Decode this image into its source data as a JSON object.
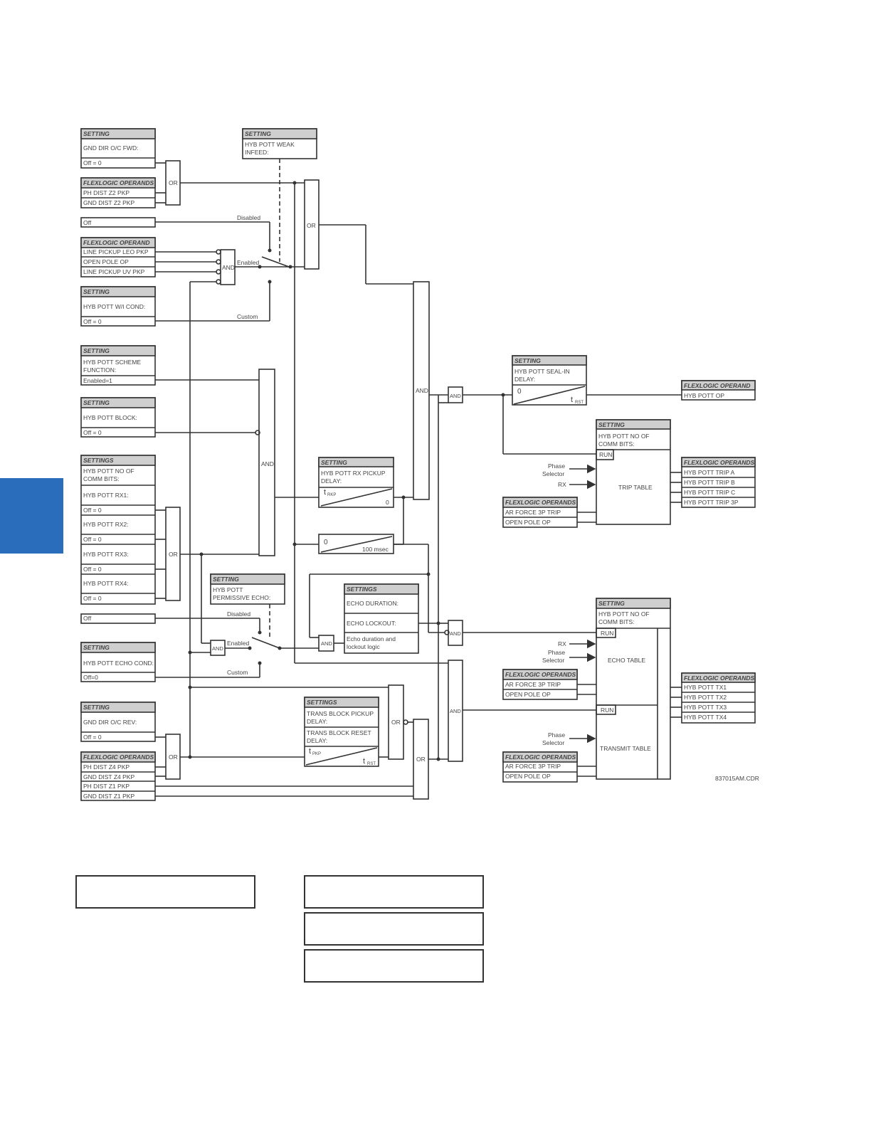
{
  "accent_color": "#2a6ebb",
  "figure_id": "837015AM.CDR",
  "settings_boxes": {
    "gnd_dir_fwd": {
      "header": "SETTING",
      "name": "GND DIR O/C FWD:",
      "value": "Off = 0"
    },
    "weak_infeed": {
      "header": "SETTING",
      "line1": "HYB POTT WEAK",
      "line2": "INFEED:"
    },
    "wi_cond": {
      "header": "SETTING",
      "name": "HYB POTT W/I COND:",
      "value": "Off = 0"
    },
    "scheme_function": {
      "header": "SETTING",
      "line1": "HYB POTT SCHEME",
      "line2": "FUNCTION:",
      "value": "Enabled=1"
    },
    "block": {
      "header": "SETTING",
      "name": "HYB POTT BLOCK:",
      "value": "Off = 0"
    },
    "rx": {
      "header": "SETTINGS",
      "line1": "HYB POTT NO OF",
      "line2": "COMM BITS:",
      "rx1": "HYB POTT RX1:",
      "rx2": "HYB POTT RX2:",
      "rx3": "HYB POTT RX3:",
      "rx4": "HYB POTT RX4:",
      "value": "Off = 0"
    },
    "perm_echo": {
      "header": "SETTING",
      "line1": "HYB POTT",
      "line2": "PERMISSIVE ECHO:"
    },
    "echo_cond": {
      "header": "SETTING",
      "name": "HYB POTT ECHO COND:",
      "value": "Off=0"
    },
    "gnd_dir_rev": {
      "header": "SETTING",
      "name": "GND DIR O/C REV:",
      "value": "Off = 0"
    },
    "rx_pickup": {
      "header": "SETTING",
      "line1": "HYB POTT RX PICKUP",
      "line2": "DELAY:",
      "t": "t",
      "sub": "RKP",
      "zero": "0"
    },
    "hundred_ms": {
      "zero": "0",
      "label": "100 msec"
    },
    "echo": {
      "header": "SETTINGS",
      "duration": "ECHO DURATION:",
      "lockout": "ECHO LOCKOUT:",
      "line1": "Echo duration and",
      "line2": "lockout logic"
    },
    "trans_block": {
      "header": "SETTINGS",
      "line1": "TRANS BLOCK PICKUP",
      "line2": "DELAY:",
      "line3": "TRANS BLOCK RESET",
      "line4": "DELAY:",
      "t": "t",
      "sub_pkp": "PKP",
      "sub_rst": "RST"
    },
    "seal_in": {
      "header": "SETTING",
      "line1": "HYB POTT SEAL-IN",
      "line2": "DELAY:",
      "zero": "0",
      "t": "t",
      "sub": "RST"
    },
    "no_comm_trip": {
      "header": "SETTING",
      "line1": "HYB POTT NO OF",
      "line2": "COMM BITS:"
    },
    "no_comm_echo": {
      "header": "SETTING",
      "line1": "HYB POTT NO OF",
      "line2": "COMM BITS:"
    }
  },
  "operand_boxes": {
    "z2": {
      "header": "FLEXLOGIC OPERANDS",
      "items": [
        "PH DIST Z2 PKP",
        "GND DIST Z2 PKP"
      ]
    },
    "pickup": {
      "header": "FLEXLOGIC OPERAND",
      "items": [
        "LINE PICKUP LEO PKP",
        "OPEN POLE OP",
        "LINE PICKUP UV PKP"
      ]
    },
    "z4z1": {
      "header": "FLEXLOGIC OPERANDS",
      "items": [
        "PH DIST Z4 PKP",
        "GND DIST Z4 PKP",
        "PH DIST Z1 PKP",
        "GND DIST Z1 PKP"
      ]
    },
    "ar_trip": {
      "header": "FLEXLOGIC OPERANDS",
      "items": [
        "AR FORCE 3P TRIP",
        "OPEN POLE OP"
      ]
    },
    "ar_echo": {
      "header": "FLEXLOGIC OPERANDS",
      "items": [
        "AR FORCE 3P TRIP",
        "OPEN POLE OP"
      ]
    },
    "ar_transmit": {
      "header": "FLEXLOGIC OPERANDS",
      "items": [
        "AR FORCE 3P TRIP",
        "OPEN POLE OP"
      ]
    },
    "hyb_pott_op": {
      "header": "FLEXLOGIC OPERAND",
      "items": [
        "HYB POTT OP"
      ]
    },
    "trip_outputs": {
      "header": "FLEXLOGIC OPERANDS",
      "items": [
        "HYB POTT TRIP A",
        "HYB POTT TRIP B",
        "HYB POTT TRIP C",
        "HYB POTT TRIP 3P"
      ]
    },
    "tx_outputs": {
      "header": "FLEXLOGIC OPERANDS",
      "items": [
        "HYB POTT TX1",
        "HYB POTT TX2",
        "HYB POTT TX3",
        "HYB POTT TX4"
      ]
    }
  },
  "off_labels": {
    "wi": "Off",
    "echo": "Off"
  },
  "switch_labels": {
    "disabled": "Disabled",
    "enabled": "Enabled",
    "custom": "Custom"
  },
  "gate_labels": {
    "or": "OR",
    "and": "AND"
  },
  "tables": {
    "trip": "TRIP TABLE",
    "echo": "ECHO TABLE",
    "transmit": "TRANSMIT TABLE",
    "run": "RUN"
  },
  "inputs": {
    "phase": "Phase",
    "selector": "Selector",
    "rx": "RX"
  }
}
